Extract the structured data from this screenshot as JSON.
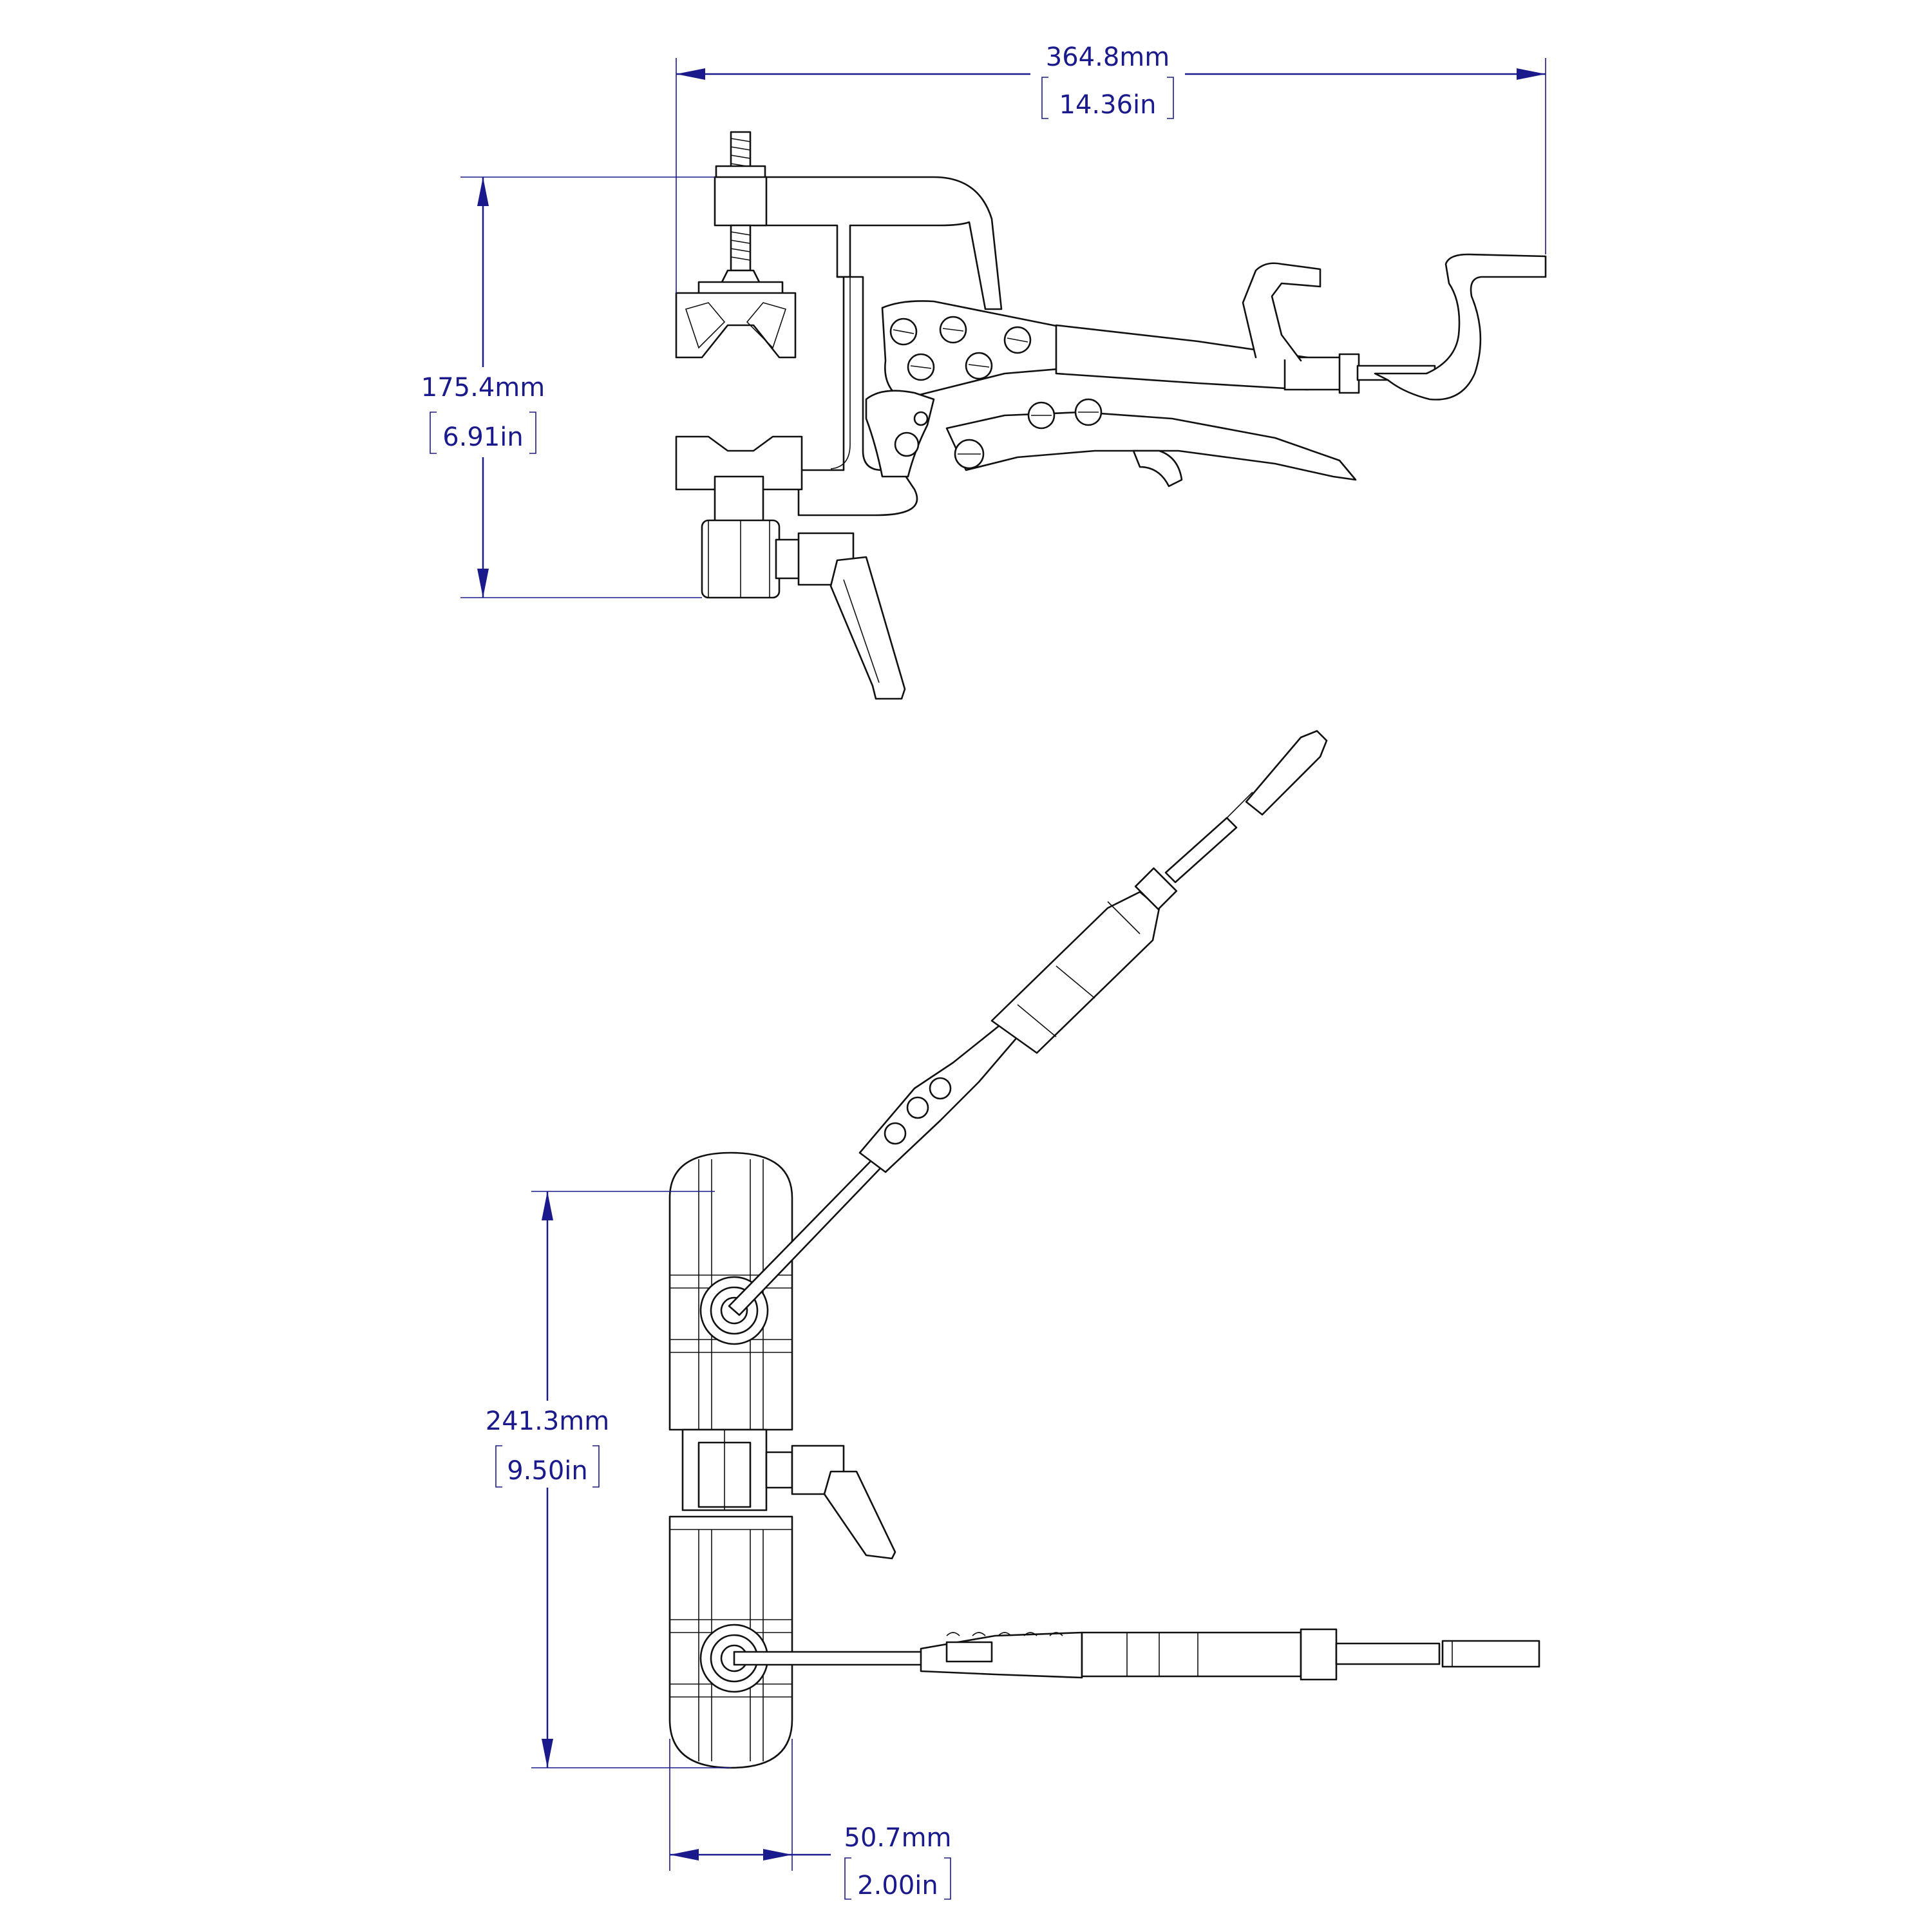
{
  "dimensions": {
    "top_width": {
      "metric": "364.8mm",
      "imperial": "14.36in"
    },
    "top_height": {
      "metric": "175.4mm",
      "imperial": "6.91in"
    },
    "bottom_height": {
      "metric": "241.3mm",
      "imperial": "9.50in"
    },
    "bottom_width": {
      "metric": "50.7mm",
      "imperial": "2.00in"
    }
  },
  "colors": {
    "dimension": "#1a1a8c",
    "part_line": "#111111",
    "background": "#ffffff"
  }
}
